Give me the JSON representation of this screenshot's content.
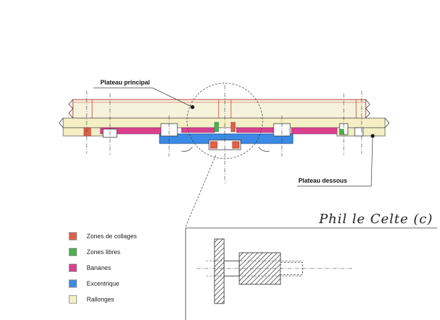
{
  "labels": {
    "plateau_principal": "Plateau principal",
    "plateau_dessous": "Plateau dessous",
    "signature": "Phil le Celte (c)"
  },
  "legend": {
    "items": [
      {
        "label": "Zones de collages",
        "color": "#e0604a"
      },
      {
        "label": "Zones libres",
        "color": "#4caf50"
      },
      {
        "label": "Bananes",
        "color": "#d9418f"
      },
      {
        "label": "Excentrique",
        "color": "#3b8be6"
      },
      {
        "label": "Rallonges",
        "color": "#f4efc4"
      }
    ]
  },
  "colors": {
    "glue": "#e0604a",
    "free": "#4caf50",
    "banana": "#d9418f",
    "eccentric": "#3b8be6",
    "extension": "#f4efc4",
    "line": "#333333"
  }
}
